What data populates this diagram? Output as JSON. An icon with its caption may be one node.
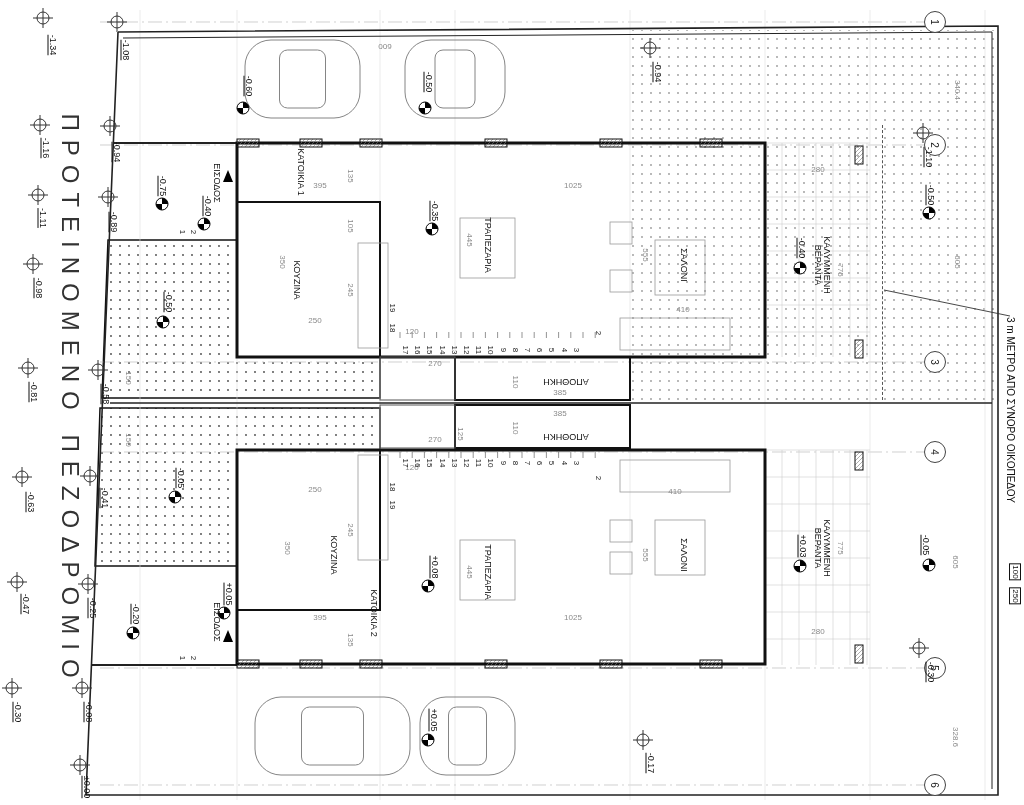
{
  "diagram": {
    "nodes": [
      {
        "text": [
          "1"
        ]
      },
      {
        "text": [
          "2"
        ]
      },
      {
        "text": [
          "3"
        ]
      },
      {
        "text": [
          "4"
        ]
      },
      {
        "text": [
          "5"
        ]
      },
      {
        "text": [
          "6"
        ]
      },
      {
        "text": [
          "3 m ΜΕΤΡΟ ΑΠΟ ΣΥΝΟΡΟ ΟΙΚΟΠΕΔΟΥ"
        ]
      },
      {
        "text": [],
        "shape": "bar"
      }
    ],
    "edges": [
      {
        "from": 6,
        "to": 7,
        "arrow": "none"
      }
    ],
    "labels": [
      "ΠΡΟΤΕΙΝΟΜΕΝΟ ΠΕΖΟΔΡΟΜΙΟ",
      "-1.34",
      "-1.08",
      "-0.60",
      "-0.50",
      "-0.94",
      "-1.16",
      "-0.94",
      "-1.10",
      "-0.75",
      "-0.40",
      "-0.50",
      "-0.35",
      "-1.11",
      "-0.89",
      "-0.40",
      "-0.98",
      "-0.50",
      "-0.81",
      "-0.58",
      "-0.05",
      "-0.41",
      "-0.63",
      "+0.08",
      "-0.05",
      "+0.03",
      "-0.47",
      "-0.25",
      "+0.05",
      "-0.20",
      "-0.30",
      "-0.08",
      "-0.30",
      "+0.05",
      "-0.17",
      "±0.00",
      "ΕΙΣΟΔΟΣ",
      "ΚΑΤΟΙΚΙΑ 1",
      "ΚΟΥΖΙΝΑ",
      "ΤΡΑΠΕΖΑΡΙΑ",
      "ΣΑΛΟΝΙ",
      "ΚΑΛΥΜΜΕΝΗ ΒΕΡΑΝΤΑ",
      "ΑΠΟΘΗΚΗ",
      "ΑΠΟΘΗΚΗ",
      "ΚΟΥΖΙΝΑ",
      "ΚΑΤΟΙΚΙΑ 2",
      "ΤΡΑΠΕΖΑΡΙΑ",
      "ΣΑΛΟΝΙ",
      "ΚΑΛΥΜΜΕΝΗ ΒΕΡΑΝΤΑ",
      "ΕΙΣΟΔΟΣ",
      "600",
      "340.4",
      "395",
      "135",
      "1025",
      "280",
      "105",
      "445",
      "555",
      "775",
      "605",
      "245",
      "350",
      "250",
      "410",
      "120",
      "270",
      "150",
      "110",
      "385",
      "150",
      "110",
      "385",
      "270",
      "125",
      "120",
      "250",
      "410",
      "245",
      "350",
      "775",
      "555",
      "605",
      "445",
      "1025",
      "395",
      "280",
      "135",
      "328.6",
      "1",
      "2",
      "1",
      "2",
      "100",
      "250",
      "2",
      "3",
      "4",
      "5",
      "6",
      "7",
      "8",
      "9",
      "10",
      "11",
      "12",
      "13",
      "14",
      "15",
      "16",
      "17",
      "18",
      "19",
      "2",
      "3",
      "4",
      "5",
      "6",
      "7",
      "8",
      "9",
      "10",
      "11",
      "12",
      "13",
      "14",
      "15",
      "16",
      "17",
      "18",
      "19"
    ]
  }
}
